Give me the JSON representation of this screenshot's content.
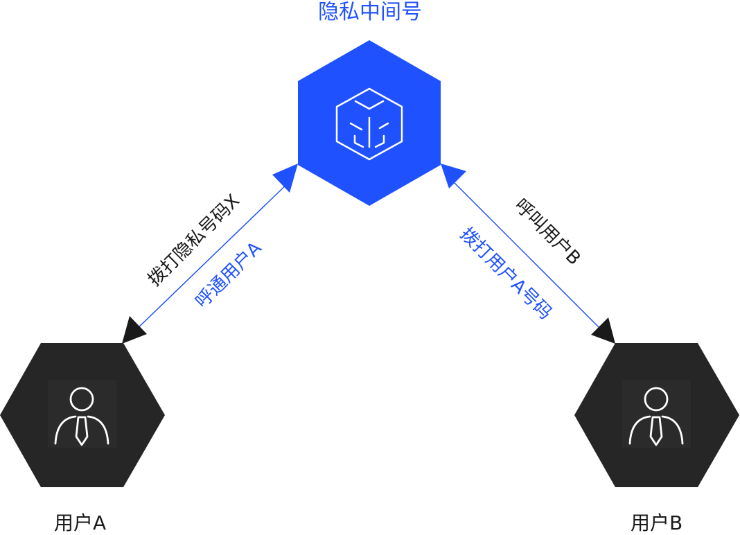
{
  "colors": {
    "accent": "#1f51ff",
    "node_dark": "#262626",
    "icon_bg": "#2b2b2b",
    "text_dark": "#1a1a1a",
    "icon_stroke": "#ffffff"
  },
  "nodes": {
    "privacy": {
      "label": "隐私中间号",
      "icon": "cube-icon"
    },
    "user_a": {
      "label": "用户A",
      "icon": "user-icon"
    },
    "user_b": {
      "label": "用户B",
      "icon": "user-icon"
    }
  },
  "edges": {
    "left": {
      "dial_label": "拨打隐私号码X",
      "connect_label": "呼通用户A"
    },
    "right": {
      "call_label": "呼叫用户B",
      "dial_label": "拨打用户A号码"
    }
  }
}
